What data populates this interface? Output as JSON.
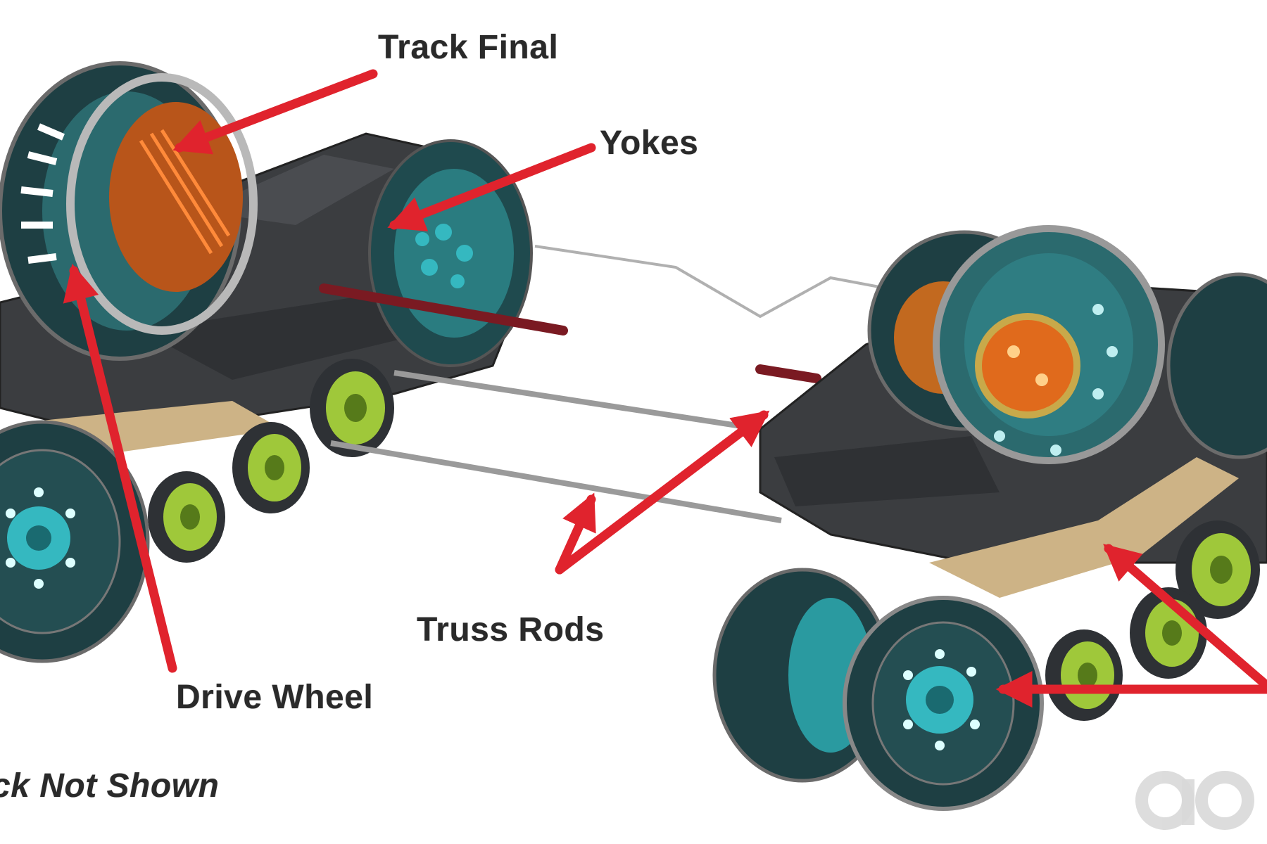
{
  "labels": {
    "track_final": "Track Final",
    "yokes": "Yokes",
    "truss_rods": "Truss Rods",
    "drive_wheel": "Drive Wheel",
    "track_not_shown": "ck Not Shown"
  },
  "watermark": {
    "icon": "ao-logo-icon"
  },
  "colors": {
    "arrow": "#e0232d",
    "hull_dark": "#3b3d40",
    "wheel_teal": "#1f6b6f",
    "hub_cyan": "#35b8c0",
    "roadwheel_green": "#9fc83a",
    "rotor_orange": "#e06a1c",
    "frame_tan": "#cdb386",
    "rod_grey": "#9a9a9a",
    "dark_red_bar": "#7a1a22"
  }
}
